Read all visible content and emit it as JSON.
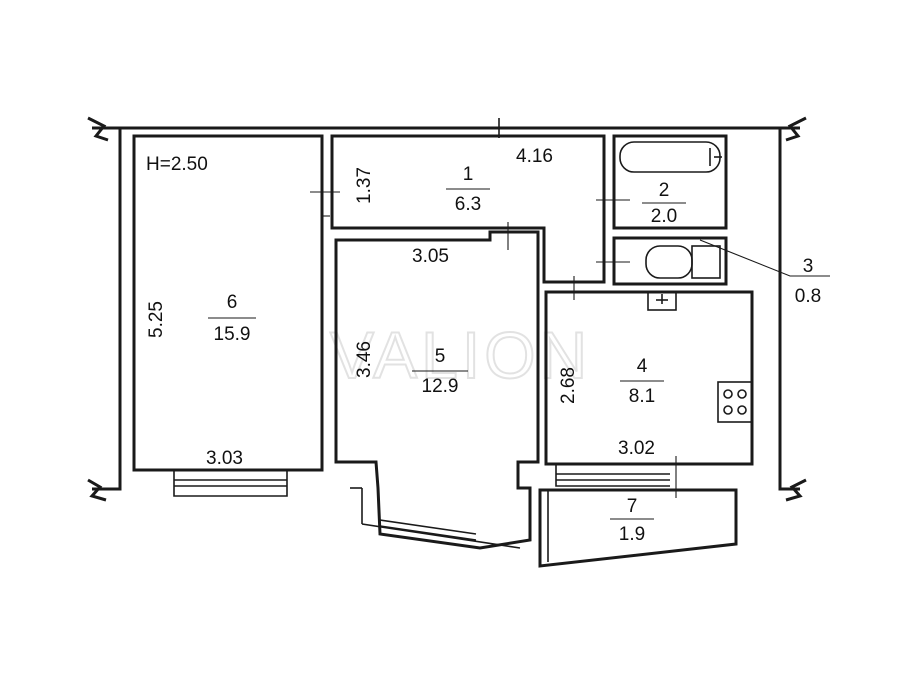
{
  "watermark": "VALION",
  "ceiling_height": "H=2.50",
  "rooms": [
    {
      "id": "1",
      "area": "6.3"
    },
    {
      "id": "2",
      "area": "2.0"
    },
    {
      "id": "3",
      "area": "0.8"
    },
    {
      "id": "4",
      "area": "8.1"
    },
    {
      "id": "5",
      "area": "12.9"
    },
    {
      "id": "6",
      "area": "15.9"
    },
    {
      "id": "7",
      "area": "1.9"
    }
  ],
  "dimensions": {
    "room6_height": "5.25",
    "room6_width": "3.03",
    "room1_depth": "1.37",
    "room1_width": "4.16",
    "room5_width": "3.05",
    "room5_depth": "3.46",
    "room4_depth": "2.68",
    "room4_width": "3.02"
  }
}
